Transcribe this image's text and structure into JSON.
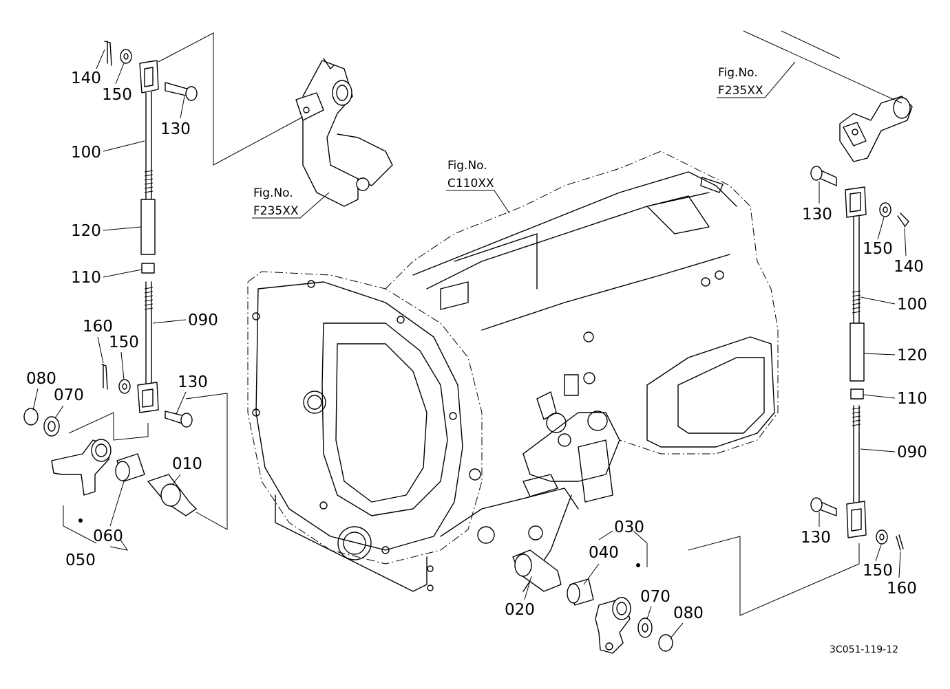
{
  "figure_refs": {
    "top_center": {
      "line1": "Fig.No.",
      "line2": "F235XX"
    },
    "center": {
      "line1": "Fig.No.",
      "line2": "C110XX"
    },
    "top_right": {
      "line1": "Fig.No.",
      "line2": "F235XX"
    }
  },
  "labels": {
    "l140": "140",
    "l150": "150",
    "l130": "130",
    "l100": "100",
    "l120": "120",
    "l110": "110",
    "l090": "090",
    "l160": "160",
    "l150b": "150",
    "l130b": "130",
    "l080": "080",
    "l070": "070",
    "l010": "010",
    "l060": "060",
    "l050": "050",
    "r130": "130",
    "r150": "150",
    "r140": "140",
    "r100": "100",
    "r120": "120",
    "r110": "110",
    "r090": "090",
    "r130b": "130",
    "r150b": "150",
    "r160": "160",
    "b030": "030",
    "b040": "040",
    "b020": "020",
    "b070": "070",
    "b080": "080"
  },
  "drawing_code": "3C051-119-12"
}
